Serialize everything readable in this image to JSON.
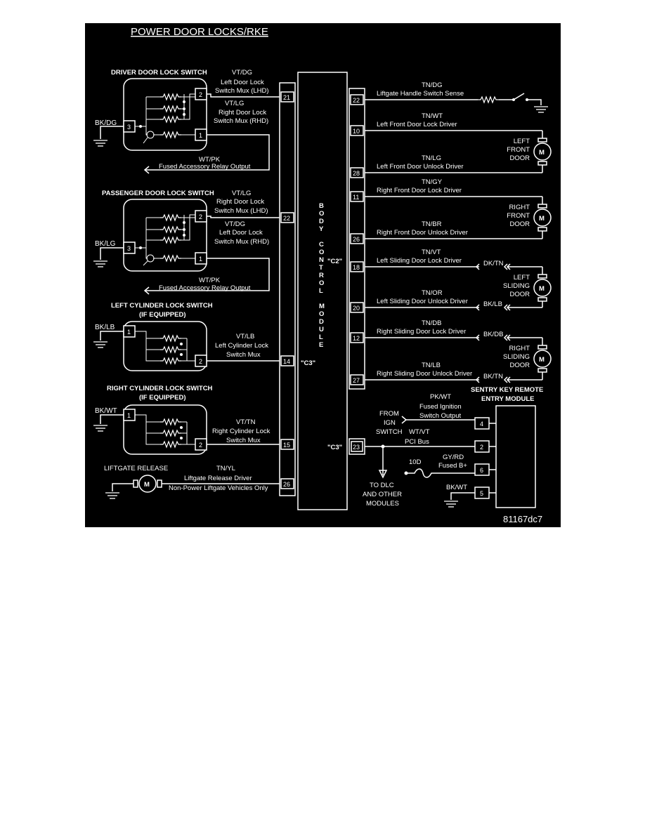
{
  "title": "POWER DOOR LOCKS/RKE",
  "figure_id": "81167dc7",
  "module": {
    "name_letters": [
      "B",
      "O",
      "D",
      "Y",
      "",
      "C",
      "O",
      "N",
      "T",
      "R",
      "O",
      "L",
      "",
      "M",
      "O",
      "D",
      "U",
      "L",
      "E"
    ],
    "connector_c2": "\"C2\"",
    "connector_c3_mid": "\"C3\"",
    "connector_c3_right": "\"C3\""
  },
  "driver_switch": {
    "title": "DRIVER DOOR LOCK SWITCH",
    "ground_wire": "BK/DG",
    "pins": [
      "2",
      "3",
      "1"
    ],
    "wire_a": "VT/DG",
    "wire_a_desc1": "Left Door Lock",
    "wire_a_desc2": "Switch Mux (LHD)",
    "wire_b": "VT/LG",
    "wire_b_desc1": "Right Door Lock",
    "wire_b_desc2": "Switch Mux (RHD)",
    "relay_wire": "WT/PK",
    "relay_desc": "Fused Accessory Relay Output",
    "bcm_pin": "21"
  },
  "passenger_switch": {
    "title": "PASSENGER DOOR LOCK SWITCH",
    "title_wire": "VT/LG",
    "ground_wire": "BK/LG",
    "pins": [
      "2",
      "3",
      "1"
    ],
    "wire_a_desc1": "Right Door Lock",
    "wire_a_desc2": "Switch Mux (LHD)",
    "wire_b": "VT/DG",
    "wire_b_desc1": "Left Door Lock",
    "wire_b_desc2": "Switch Mux (RHD)",
    "relay_wire": "WT/PK",
    "relay_desc": "Fused Accessory Relay Output",
    "bcm_pin": "22"
  },
  "left_cylinder": {
    "title": "LEFT CYLINDER LOCK SWITCH",
    "subtitle": "(IF EQUIPPED)",
    "ground_wire": "BK/LB",
    "pins": [
      "1",
      "2"
    ],
    "wire": "VT/LB",
    "desc1": "Left Cylinder Lock",
    "desc2": "Switch Mux",
    "bcm_pin": "14"
  },
  "right_cylinder": {
    "title": "RIGHT CYLINDER LOCK SWITCH",
    "subtitle": "(IF EQUIPPED)",
    "ground_wire": "BK/WT",
    "pins": [
      "1",
      "2"
    ],
    "wire": "VT/TN",
    "desc1": "Right Cylinder Lock",
    "desc2": "Switch Mux",
    "bcm_pin": "15"
  },
  "liftgate_release": {
    "title": "LIFTGATE RELEASE",
    "motor": "M",
    "wire": "TN/YL",
    "desc1": "Liftgate Release Driver",
    "desc2": "Non-Power Liftgate Vehicles Only",
    "bcm_pin": "26"
  },
  "right_circuits": [
    {
      "pin": "22",
      "wire": "TN/DG",
      "desc": "Liftgate Handle Switch Sense"
    },
    {
      "pin": "10",
      "wire": "TN/WT",
      "desc": "Left Front Door Lock Driver"
    },
    {
      "pin": "28",
      "wire": "TN/LG",
      "desc": "Left Front Door Unlock Driver"
    },
    {
      "pin": "11",
      "wire": "TN/GY",
      "desc": "Right Front Door Lock Driver"
    },
    {
      "pin": "26",
      "wire": "TN/BR",
      "desc": "Right Front Door Unlock Driver"
    },
    {
      "pin": "18",
      "wire": "TN/VT",
      "desc": "Left Sliding Door Lock Driver",
      "wire2": "DK/TN"
    },
    {
      "pin": "20",
      "wire": "TN/OR",
      "desc": "Left Sliding Door Unlock Driver",
      "wire2": "BK/LB"
    },
    {
      "pin": "12",
      "wire": "TN/DB",
      "desc": "Right Sliding Door Lock Driver",
      "wire2": "BK/DB"
    },
    {
      "pin": "27",
      "wire": "TN/LB",
      "desc": "Right Sliding Door Unlock Driver",
      "wire2": "BK/TN"
    }
  ],
  "motors": [
    {
      "symbol": "M",
      "line1": "LEFT",
      "line2": "FRONT",
      "line3": "DOOR"
    },
    {
      "symbol": "M",
      "line1": "RIGHT",
      "line2": "FRONT",
      "line3": "DOOR"
    },
    {
      "symbol": "M",
      "line1": "LEFT",
      "line2": "SLIDING",
      "line3": "DOOR"
    },
    {
      "symbol": "M",
      "line1": "RIGHT",
      "line2": "SLIDING",
      "line3": "DOOR"
    }
  ],
  "pci_bus": {
    "bcm_pin": "23",
    "wire": "WT/VT",
    "desc": "PCI Bus",
    "to1": "TO DLC",
    "to2": "AND OTHER",
    "to3": "MODULES"
  },
  "skrem": {
    "title1": "SENTRY KEY REMOTE",
    "title2": "ENTRY MODULE",
    "pins": [
      "4",
      "2",
      "6",
      "5"
    ],
    "ign_wire": "PK/WT",
    "ign_desc1": "Fused Ignition",
    "ign_desc2": "Switch Output",
    "from1": "FROM",
    "from2": "IGN",
    "from3": "SWITCH",
    "fuse": "10D",
    "batt_wire": "GY/RD",
    "batt_desc": "Fused B+",
    "ground_wire": "BK/WT"
  }
}
